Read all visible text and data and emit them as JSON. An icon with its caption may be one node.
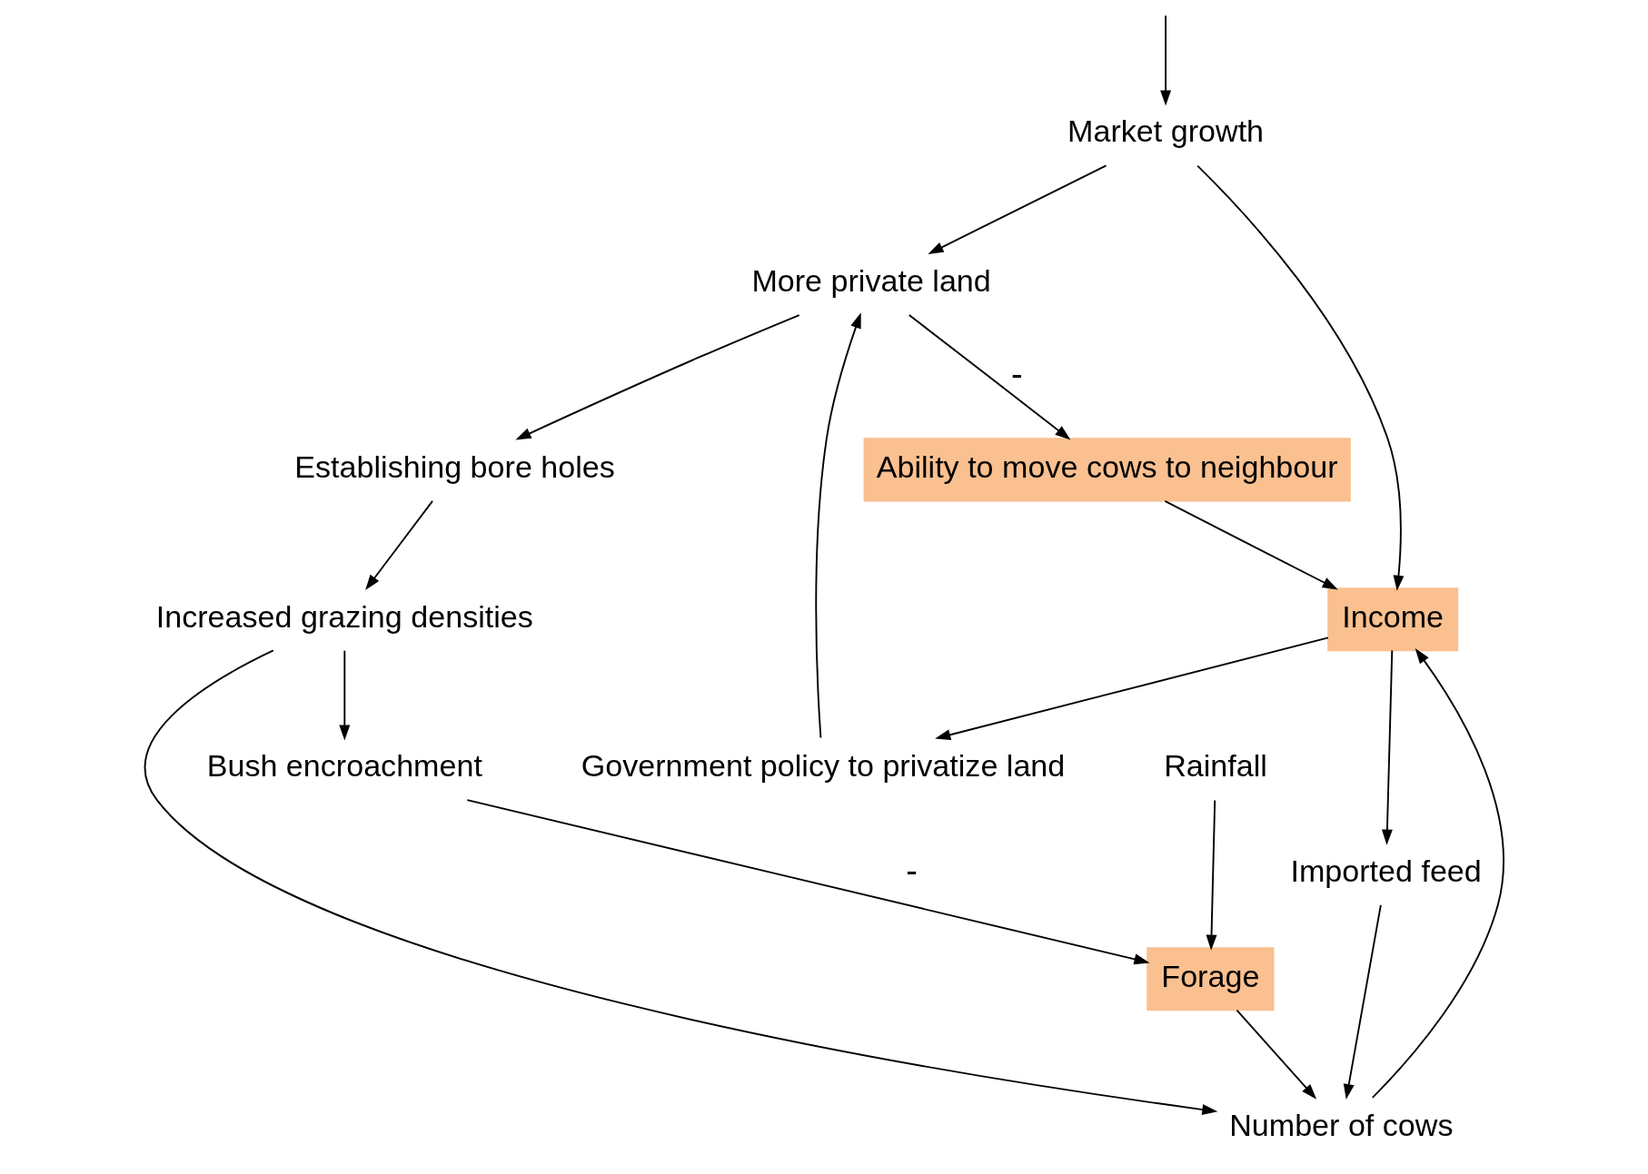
{
  "diagram": {
    "nodes": [
      {
        "text": [
          "Market growth"
        ]
      },
      {
        "text": [
          "Government policy to privatize land"
        ]
      },
      {
        "text": [
          "More private land"
        ]
      },
      {
        "text": [
          "Income"
        ]
      },
      {
        "text": [
          "Ability to move cows to neighbour"
        ]
      },
      {
        "text": [
          "Imported feed"
        ]
      },
      {
        "text": [
          "Rainfall"
        ]
      },
      {
        "text": [
          "Forage"
        ]
      },
      {
        "text": [
          "Establishing bore holes"
        ]
      },
      {
        "text": [
          "Number of cows"
        ]
      },
      {
        "text": [
          "Bush encroachment"
        ]
      },
      {
        "text": [
          "Increased grazing densities"
        ]
      }
    ],
    "edges": [
      {
        "from": null,
        "to": 0,
        "arrow": "to"
      },
      {
        "from": 0,
        "to": 3,
        "arrow": "to"
      },
      {
        "from": 0,
        "to": 2,
        "arrow": "to"
      },
      {
        "from": 3,
        "to": 1,
        "arrow": "to"
      },
      {
        "from": 1,
        "to": 2,
        "arrow": "to"
      },
      {
        "from": 2,
        "to": 4,
        "arrow": "to",
        "label": "-"
      },
      {
        "from": 2,
        "to": 8,
        "arrow": "to"
      },
      {
        "from": 4,
        "to": 3,
        "arrow": "to"
      },
      {
        "from": 3,
        "to": 5,
        "arrow": "to"
      },
      {
        "from": 9,
        "to": 3,
        "arrow": "to"
      },
      {
        "from": 5,
        "to": 9,
        "arrow": "to"
      },
      {
        "from": 6,
        "to": 7,
        "arrow": "to"
      },
      {
        "from": 7,
        "to": 9,
        "arrow": "to"
      },
      {
        "from": 10,
        "to": 7,
        "arrow": "to",
        "label": "-"
      },
      {
        "from": 8,
        "to": 11,
        "arrow": "to"
      },
      {
        "from": 11,
        "to": 10,
        "arrow": "to"
      },
      {
        "from": 11,
        "to": 9,
        "arrow": "to"
      }
    ]
  }
}
